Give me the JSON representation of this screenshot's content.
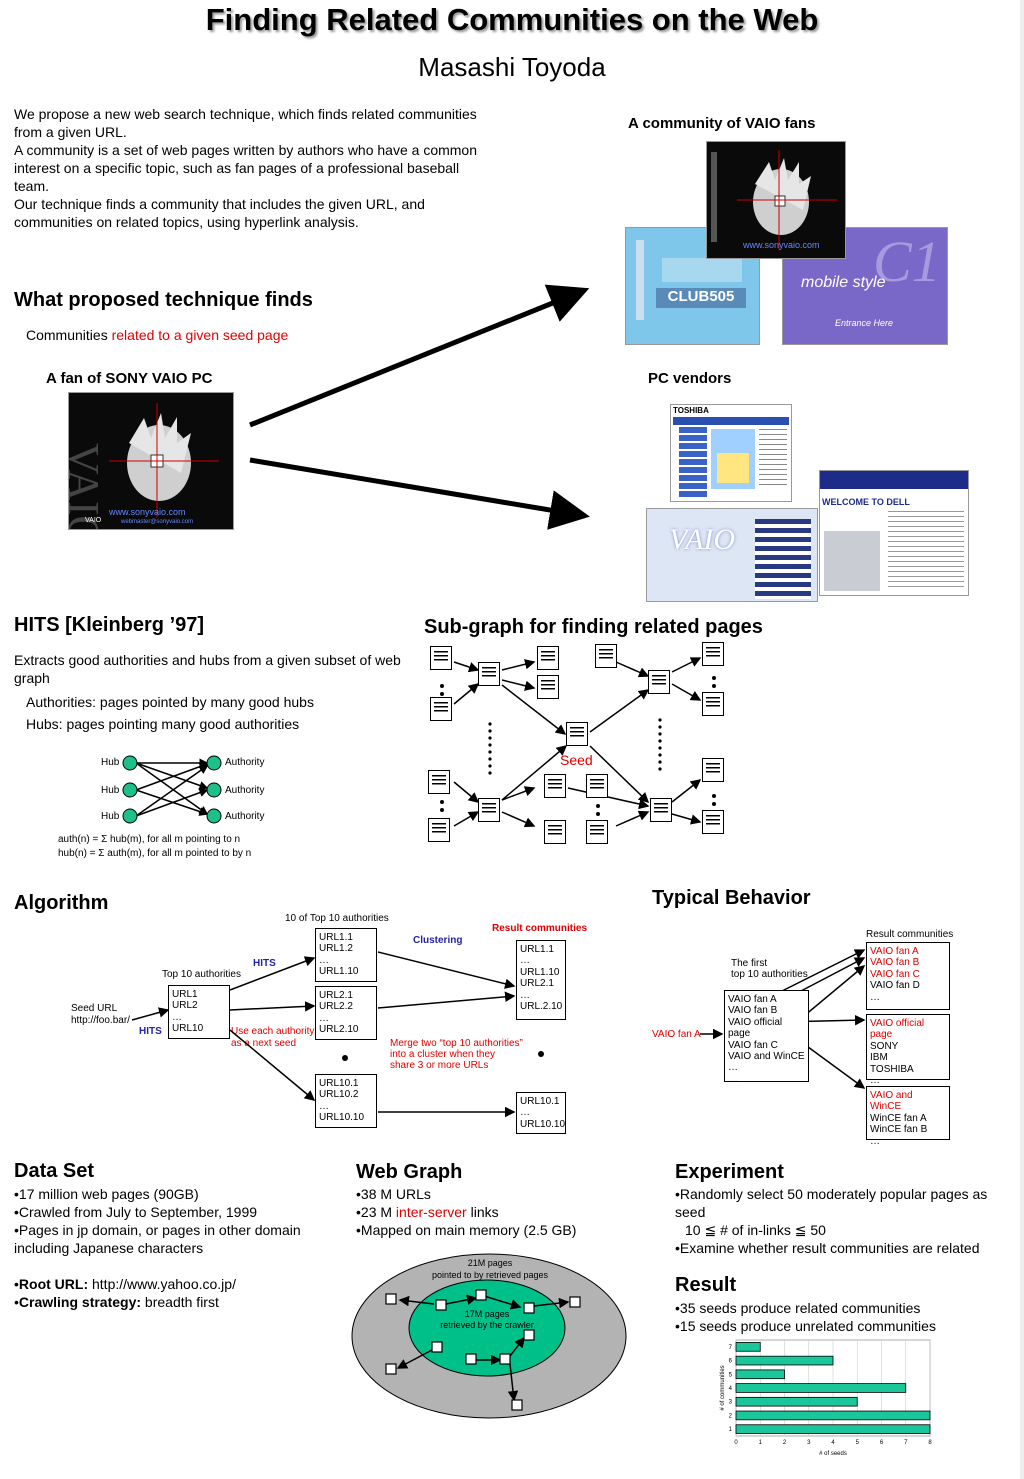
{
  "title": "Finding Related Communities on the Web",
  "author": "Masashi Toyoda",
  "intro": [
    "We propose a new web search technique, which finds related communities from a given URL.",
    "A community is a set of web pages written by authors who have a common interest on a specific topic, such as fan pages of a professional baseball team.",
    "Our technique finds a community that includes the given URL, and communities on related topics, using hyperlink analysis."
  ],
  "finds": {
    "heading": "What proposed technique finds",
    "line_prefix": "Communities ",
    "line_highlight": "related to a given seed page",
    "seed_label": "A fan of SONY VAIO PC",
    "community1_label": "A community of VAIO fans",
    "community2_label": "PC vendors",
    "vaio_url": "www.sonyvaio.com",
    "vaio_sub": "webmaster@sonyvaio.com",
    "club": "CLUB505",
    "mobile": "mobile style",
    "c1": "C1",
    "entrance": "Entrance Here",
    "toshiba": "TOSHIBA",
    "dell": "WELCOME TO DELL",
    "vaio_logo": "VAIO"
  },
  "hits": {
    "heading": "HITS [Kleinberg ’97]",
    "line1": "Extracts good authorities and hubs from a given subset of web graph",
    "line2": "Authorities: pages pointed by many good hubs",
    "line3": "Hubs: pages pointing many good authorities",
    "hub_label": "Hub",
    "authority_label": "Authority",
    "formula1": "auth(n) = Σ hub(m), for all m pointing to n",
    "formula2": "hub(n) = Σ auth(m), for all m pointed to by n"
  },
  "subgraph": {
    "heading": "Sub-graph for finding related pages",
    "seed": "Seed"
  },
  "algorithm": {
    "heading": "Algorithm",
    "top10_of_top10": "10 of Top 10 authorities",
    "result_communities": "Result communities",
    "clustering": "Clustering",
    "hits": "HITS",
    "top10": "Top 10 authorities",
    "seed_url": "Seed URL",
    "seed_url_value": "http://foo.bar/",
    "use_each": "Use each authority",
    "as_next_seed": "as a next seed",
    "merge1": "Merge two “top 10 authorities”",
    "merge2": "into a cluster when they",
    "merge3": "share 3 or more URLs",
    "box_seed": [
      "URL1",
      "URL2",
      "…",
      "URL10"
    ],
    "box_a": [
      "URL1.1",
      "URL1.2",
      "…",
      "URL1.10"
    ],
    "box_b": [
      "URL2.1",
      "URL2.2",
      "…",
      "URL2.10"
    ],
    "box_c": [
      "URL10.1",
      "URL10.2",
      "…",
      "URL10.10"
    ],
    "box_r1": [
      "URL1.1",
      "…",
      "URL1.10",
      "URL2.1",
      "…",
      "URL.2.10"
    ],
    "box_r2": [
      "URL10.1",
      "…",
      "URL10.10"
    ]
  },
  "typical": {
    "heading": "Typical Behavior",
    "result_communities": "Result communities",
    "first1": "The first",
    "first2": "top 10 authorities",
    "seed": "VAIO fan A",
    "top_list": [
      "VAIO fan A",
      "VAIO fan B",
      "VAIO official page",
      "VAIO fan C",
      "VAIO and WinCE",
      "…",
      "…"
    ],
    "r1_red": [
      "VAIO fan A",
      "VAIO fan B",
      "VAIO fan C"
    ],
    "r1_black": [
      "VAIO fan D",
      "…"
    ],
    "r2_red": [
      "VAIO official page"
    ],
    "r2_black": [
      "SONY",
      "IBM",
      "TOSHIBA",
      "…"
    ],
    "r3_red": [
      "VAIO and WinCE"
    ],
    "r3_black": [
      "WinCE fan A",
      "WinCE fan B",
      "…"
    ]
  },
  "dataset": {
    "heading": "Data Set",
    "items": [
      "•17 million web pages (90GB)",
      "•Crawled from July to September, 1999",
      "•Pages in jp domain, or pages in other domain including Japanese characters"
    ],
    "root_label": "Root URL:",
    "root_value": " http://www.yahoo.co.jp/",
    "crawl_label": "Crawling strategy:",
    "crawl_value": " breadth first"
  },
  "webgraph": {
    "heading": "Web Graph",
    "item1": "•38 M URLs",
    "item2_prefix": "•23 M ",
    "item2_red": "inter-server",
    "item2_suffix": " links",
    "item3": "•Mapped on main memory (2.5 GB)",
    "outer1": "21M pages",
    "outer2": "pointed to by retrieved pages",
    "inner1": "17M pages",
    "inner2": "retrieved by the crawler"
  },
  "experiment": {
    "heading": "Experiment",
    "item1": "•Randomly select 50 moderately popular pages as seed",
    "item2": "10 ≦ # of in-links ≦ 50",
    "item3": "•Examine whether result communities are related"
  },
  "result": {
    "heading": "Result",
    "item1": "•35 seeds produce related communities",
    "item2": "•15 seeds produce unrelated communities"
  },
  "colors": {
    "accent_red": "#e00000",
    "node_green": "#1ec08a",
    "bar_green": "#1bc79a",
    "ellipse_outer": "#b3b3b3",
    "ellipse_inner": "#00c08a"
  },
  "chart_data": {
    "type": "bar",
    "orientation": "horizontal",
    "categories": [
      "1",
      "2",
      "3",
      "4",
      "5",
      "6",
      "7"
    ],
    "values": [
      8,
      8,
      5,
      7,
      2,
      4,
      1
    ],
    "xlabel": "# of seeds",
    "ylabel": "# of communities",
    "xlim": [
      0,
      8
    ],
    "xticks": [
      "0",
      "1",
      "2",
      "3",
      "4",
      "5",
      "6",
      "7",
      "8"
    ],
    "grid": true
  }
}
